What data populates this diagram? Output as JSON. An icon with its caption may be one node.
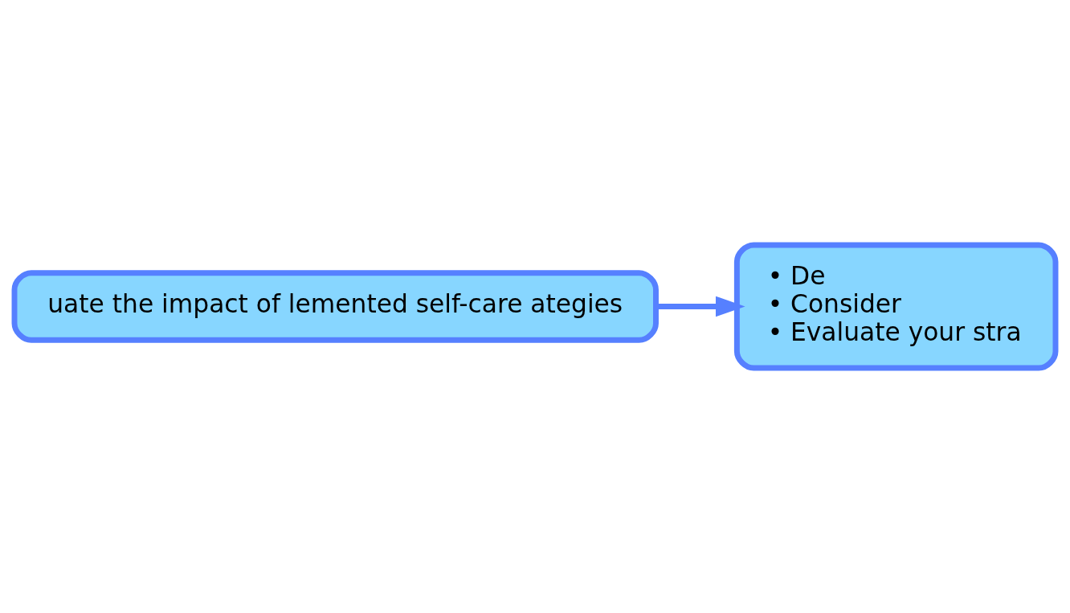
{
  "diagram": {
    "nodes": [
      {
        "text": [
          "uate the impact of lemented self-care ategies"
        ]
      },
      {
        "text": [
          "• De",
          "• Consider",
          "• Evaluate your stra"
        ]
      }
    ],
    "edges": [
      {
        "from": 0,
        "to": 1,
        "arrow": "to"
      }
    ]
  }
}
